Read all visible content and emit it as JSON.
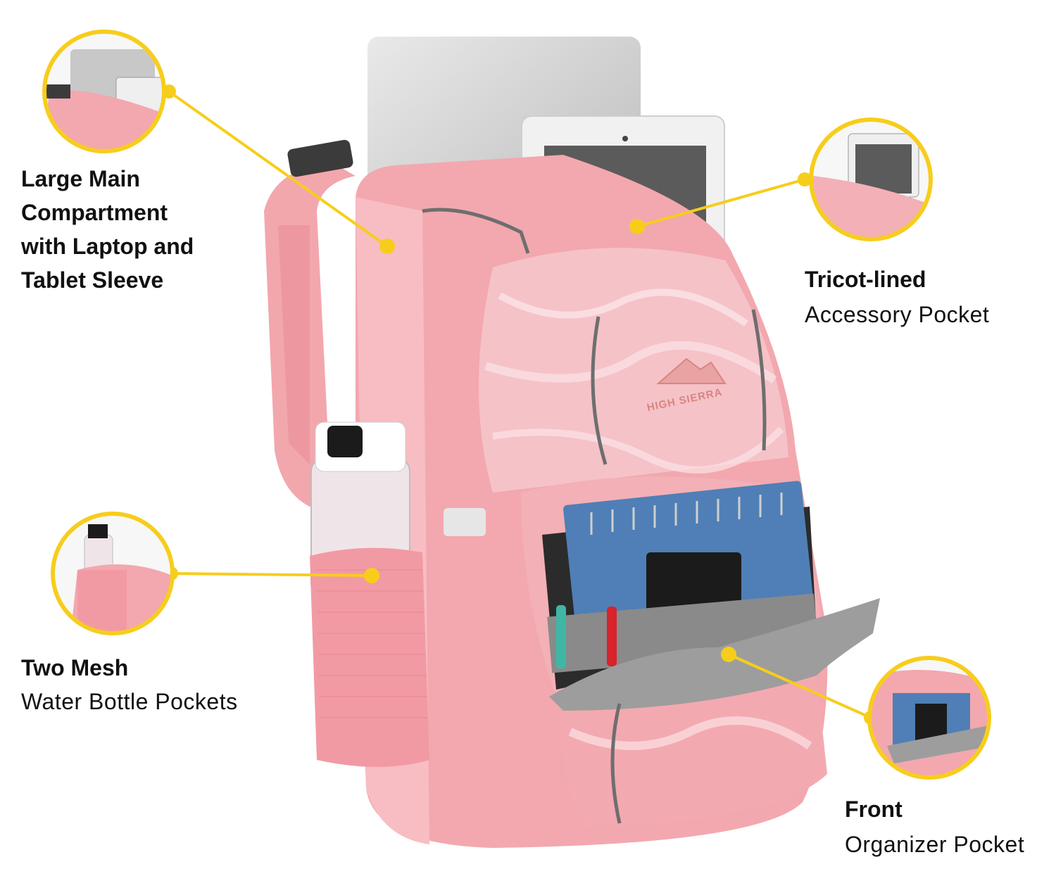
{
  "features": [
    {
      "id": "main",
      "title_lines": [
        "Large Main",
        "Compartment",
        "with Laptop and",
        "Tablet Sleeve"
      ],
      "subtitle": ""
    },
    {
      "id": "tricot",
      "title_lines": [
        "Tricot-lined"
      ],
      "subtitle": "Accessory Pocket"
    },
    {
      "id": "mesh",
      "title_lines": [
        "Two Mesh"
      ],
      "subtitle": "Water Bottle Pockets"
    },
    {
      "id": "front",
      "title_lines": [
        "Front"
      ],
      "subtitle": "Organizer Pocket"
    }
  ],
  "brand_logo_text": "HIGH SIERRA",
  "colors": {
    "callout_yellow": "#f7cd1c",
    "backpack_pink": "#f0a0a8",
    "backpack_light": "#f7c9cf",
    "trim": "#6e6e6e",
    "text": "#111111"
  }
}
